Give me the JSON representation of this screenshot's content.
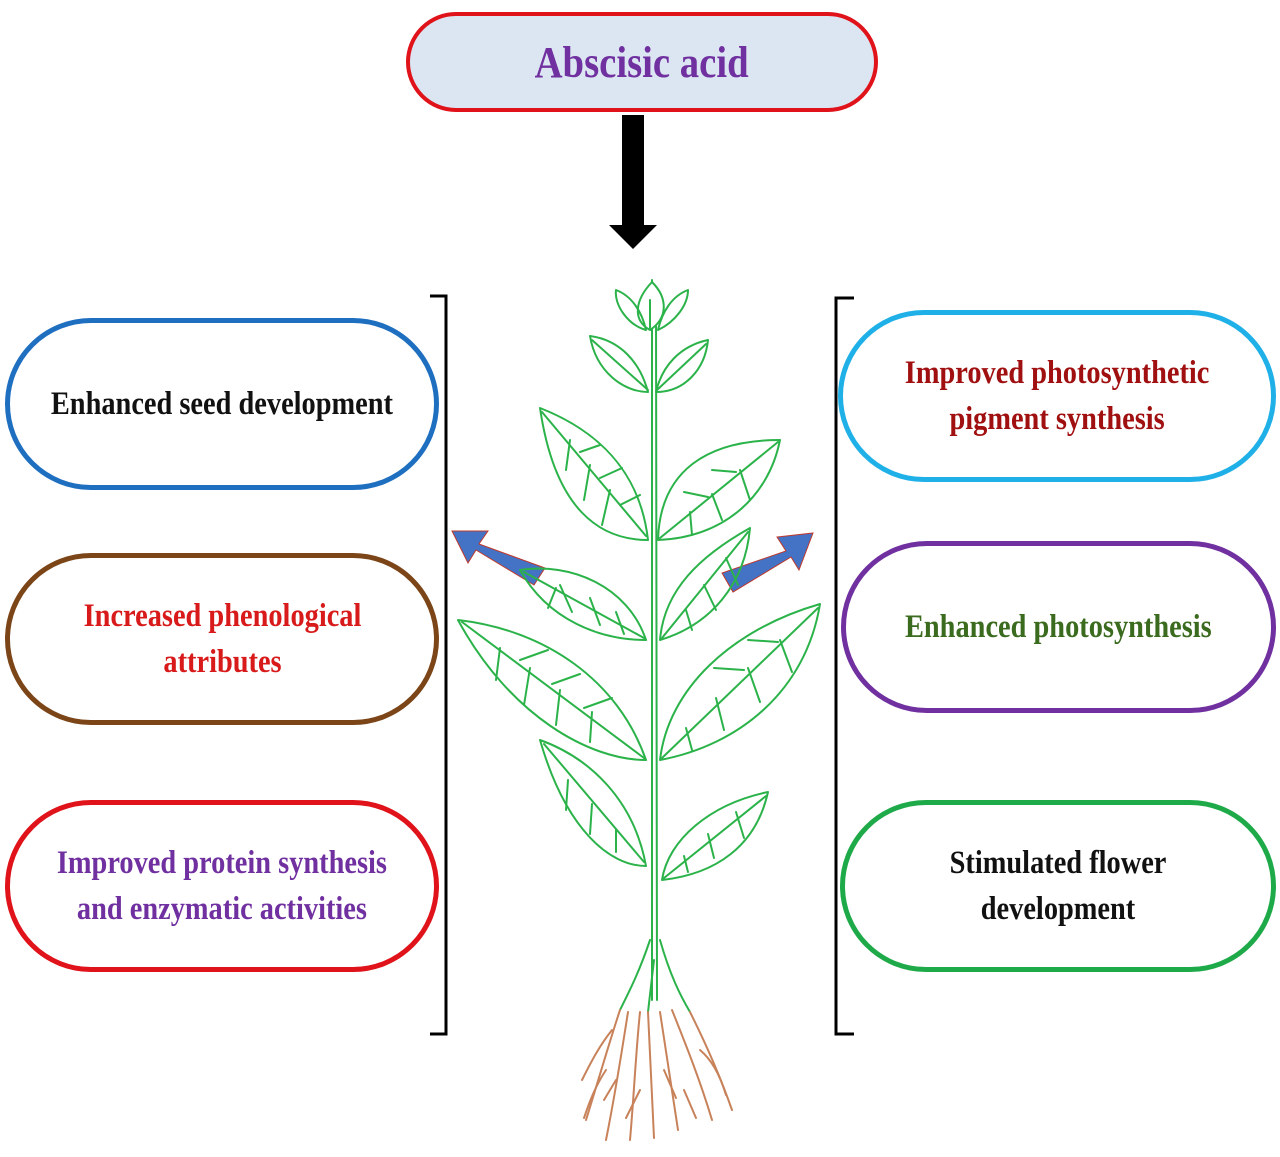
{
  "title": "Abscisic acid",
  "left_effects": [
    {
      "lines": [
        "Enhanced seed development"
      ],
      "border": "#1f6fc0",
      "text_color": "#111111"
    },
    {
      "lines": [
        "Increased phenological",
        "attributes"
      ],
      "border": "#7b4518",
      "text_color": "#d81a1a"
    },
    {
      "lines": [
        "Improved protein synthesis",
        "and enzymatic activities"
      ],
      "border": "#e0121a",
      "text_color": "#7030a0"
    }
  ],
  "right_effects": [
    {
      "lines": [
        "Improved photosynthetic",
        "pigment synthesis"
      ],
      "border": "#20b0e8",
      "text_color": "#a01010"
    },
    {
      "lines": [
        "Enhanced photosynthesis"
      ],
      "border": "#7030a0",
      "text_color": "#3b6b1e"
    },
    {
      "lines": [
        "Stimulated flower",
        "development"
      ],
      "border": "#1faa4a",
      "text_color": "#111111"
    }
  ],
  "colors": {
    "title_border": "#e0121a",
    "title_fill": "#dce6f2",
    "title_text": "#7030a0",
    "plant_stem": "#2bb34a",
    "plant_root": "#c8825a",
    "arrow_main": "#000000",
    "arrow_side": "#3f6fd0"
  }
}
